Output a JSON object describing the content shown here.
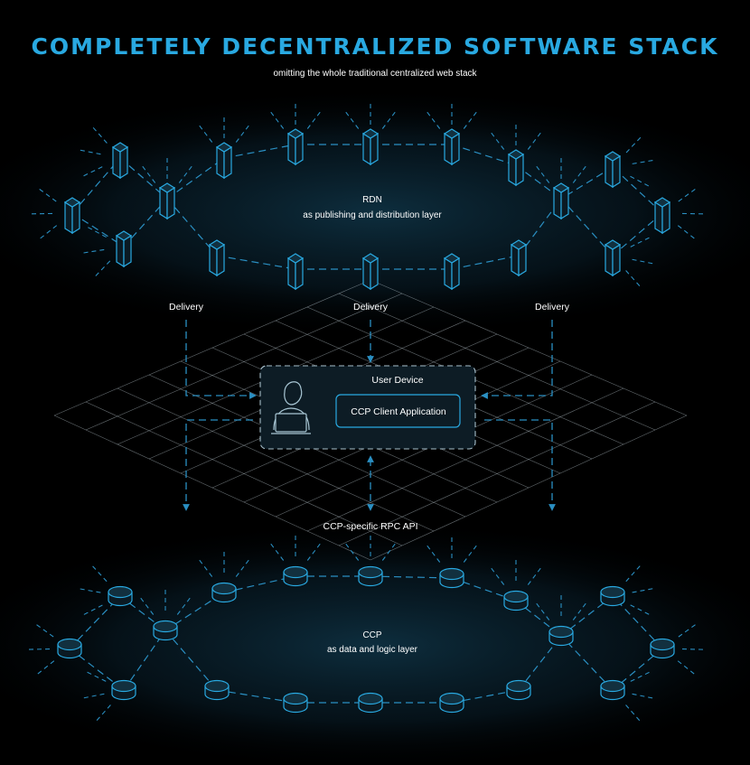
{
  "header": {
    "title": "COMPLETELY DECENTRALIZED SOFTWARE STACK",
    "subtitle": "omitting the whole traditional centralized web stack"
  },
  "rdn": {
    "title": "RDN",
    "description": "as publishing and distribution layer"
  },
  "delivery": {
    "left": "Delivery",
    "center": "Delivery",
    "right": "Delivery"
  },
  "device": {
    "title": "User Device",
    "app_label": "CCP Client Application"
  },
  "api": {
    "label": "CCP-specific RPC API"
  },
  "ccp": {
    "title": "CCP",
    "description": "as data and logic layer"
  },
  "colors": {
    "background": "#000000",
    "accent": "#29a9e1",
    "line": "#2a8fc2",
    "text": "#ffffff"
  },
  "icons": {
    "server": "server-icon",
    "database": "database-icon",
    "user": "user-at-laptop-icon"
  }
}
